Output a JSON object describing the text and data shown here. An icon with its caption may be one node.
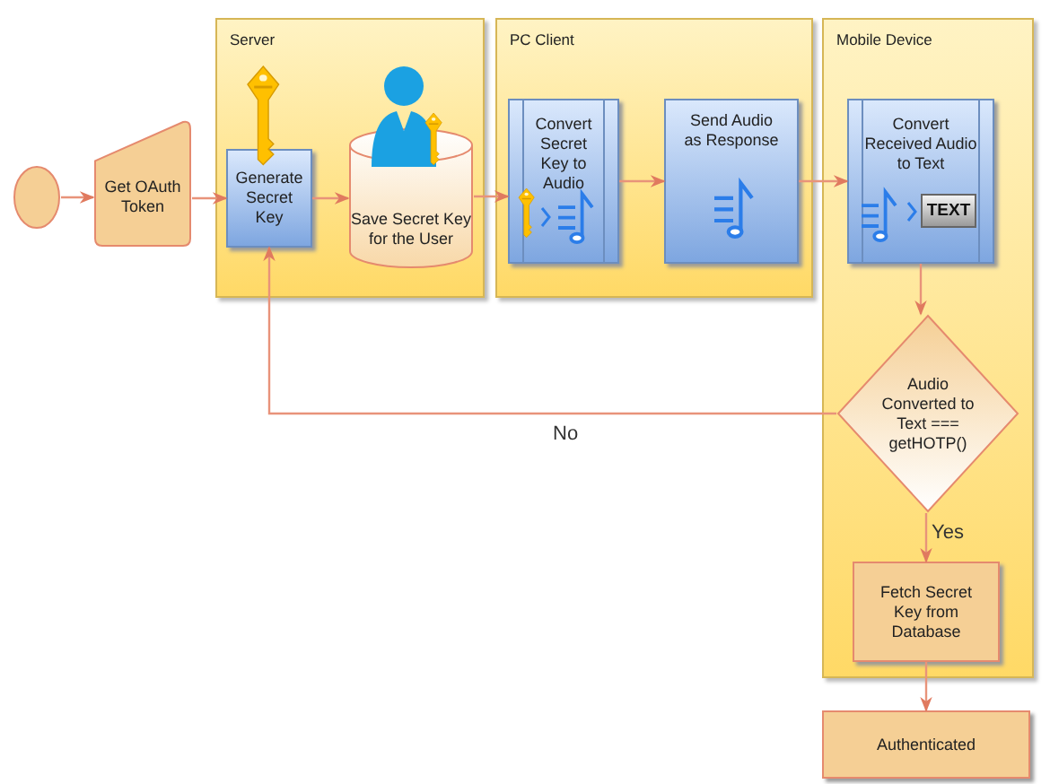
{
  "diagram": {
    "nodes": [
      {
        "text": [],
        "shape": "circle"
      },
      {
        "text": [
          "Get OAuth Token"
        ]
      },
      {
        "text": [
          "Server"
        ]
      },
      {
        "text": [
          "Generate Secret Key"
        ],
        "in": 2
      },
      {
        "text": [
          "Save Secret Key for the User"
        ],
        "in": 2
      },
      {
        "text": [
          "PC Client"
        ]
      },
      {
        "text": [
          "Convert Secret Key to Audio"
        ],
        "in": 5
      },
      {
        "text": [
          "Send Audio as Response"
        ],
        "in": 5
      },
      {
        "text": [
          "Mobile Device"
        ]
      },
      {
        "text": [
          "Convert Received Audio to Text"
        ],
        "in": 8
      },
      {
        "text": [
          "Audio Converted to Text === getHOTP()"
        ],
        "in": 8
      },
      {
        "text": [
          "Fetch Secret Key from Database"
        ],
        "in": 8
      },
      {
        "text": [
          "Authenticated"
        ]
      }
    ],
    "edges": [
      {
        "from": 0,
        "to": 1,
        "arrow": "to"
      },
      {
        "from": 1,
        "to": 3,
        "arrow": "to"
      },
      {
        "from": 3,
        "to": 4,
        "arrow": "to"
      },
      {
        "from": 4,
        "to": 6,
        "arrow": "to"
      },
      {
        "from": 6,
        "to": 7,
        "arrow": "to"
      },
      {
        "from": 7,
        "to": 9,
        "arrow": "to"
      },
      {
        "from": 9,
        "to": 10,
        "arrow": "to"
      },
      {
        "from": 10,
        "to": 3,
        "arrow": "to",
        "label": "No"
      },
      {
        "from": 10,
        "to": 11,
        "arrow": "to",
        "label": "Yes"
      },
      {
        "from": 11,
        "to": 12,
        "arrow": "to"
      }
    ],
    "labels": [
      "TEXT"
    ]
  }
}
